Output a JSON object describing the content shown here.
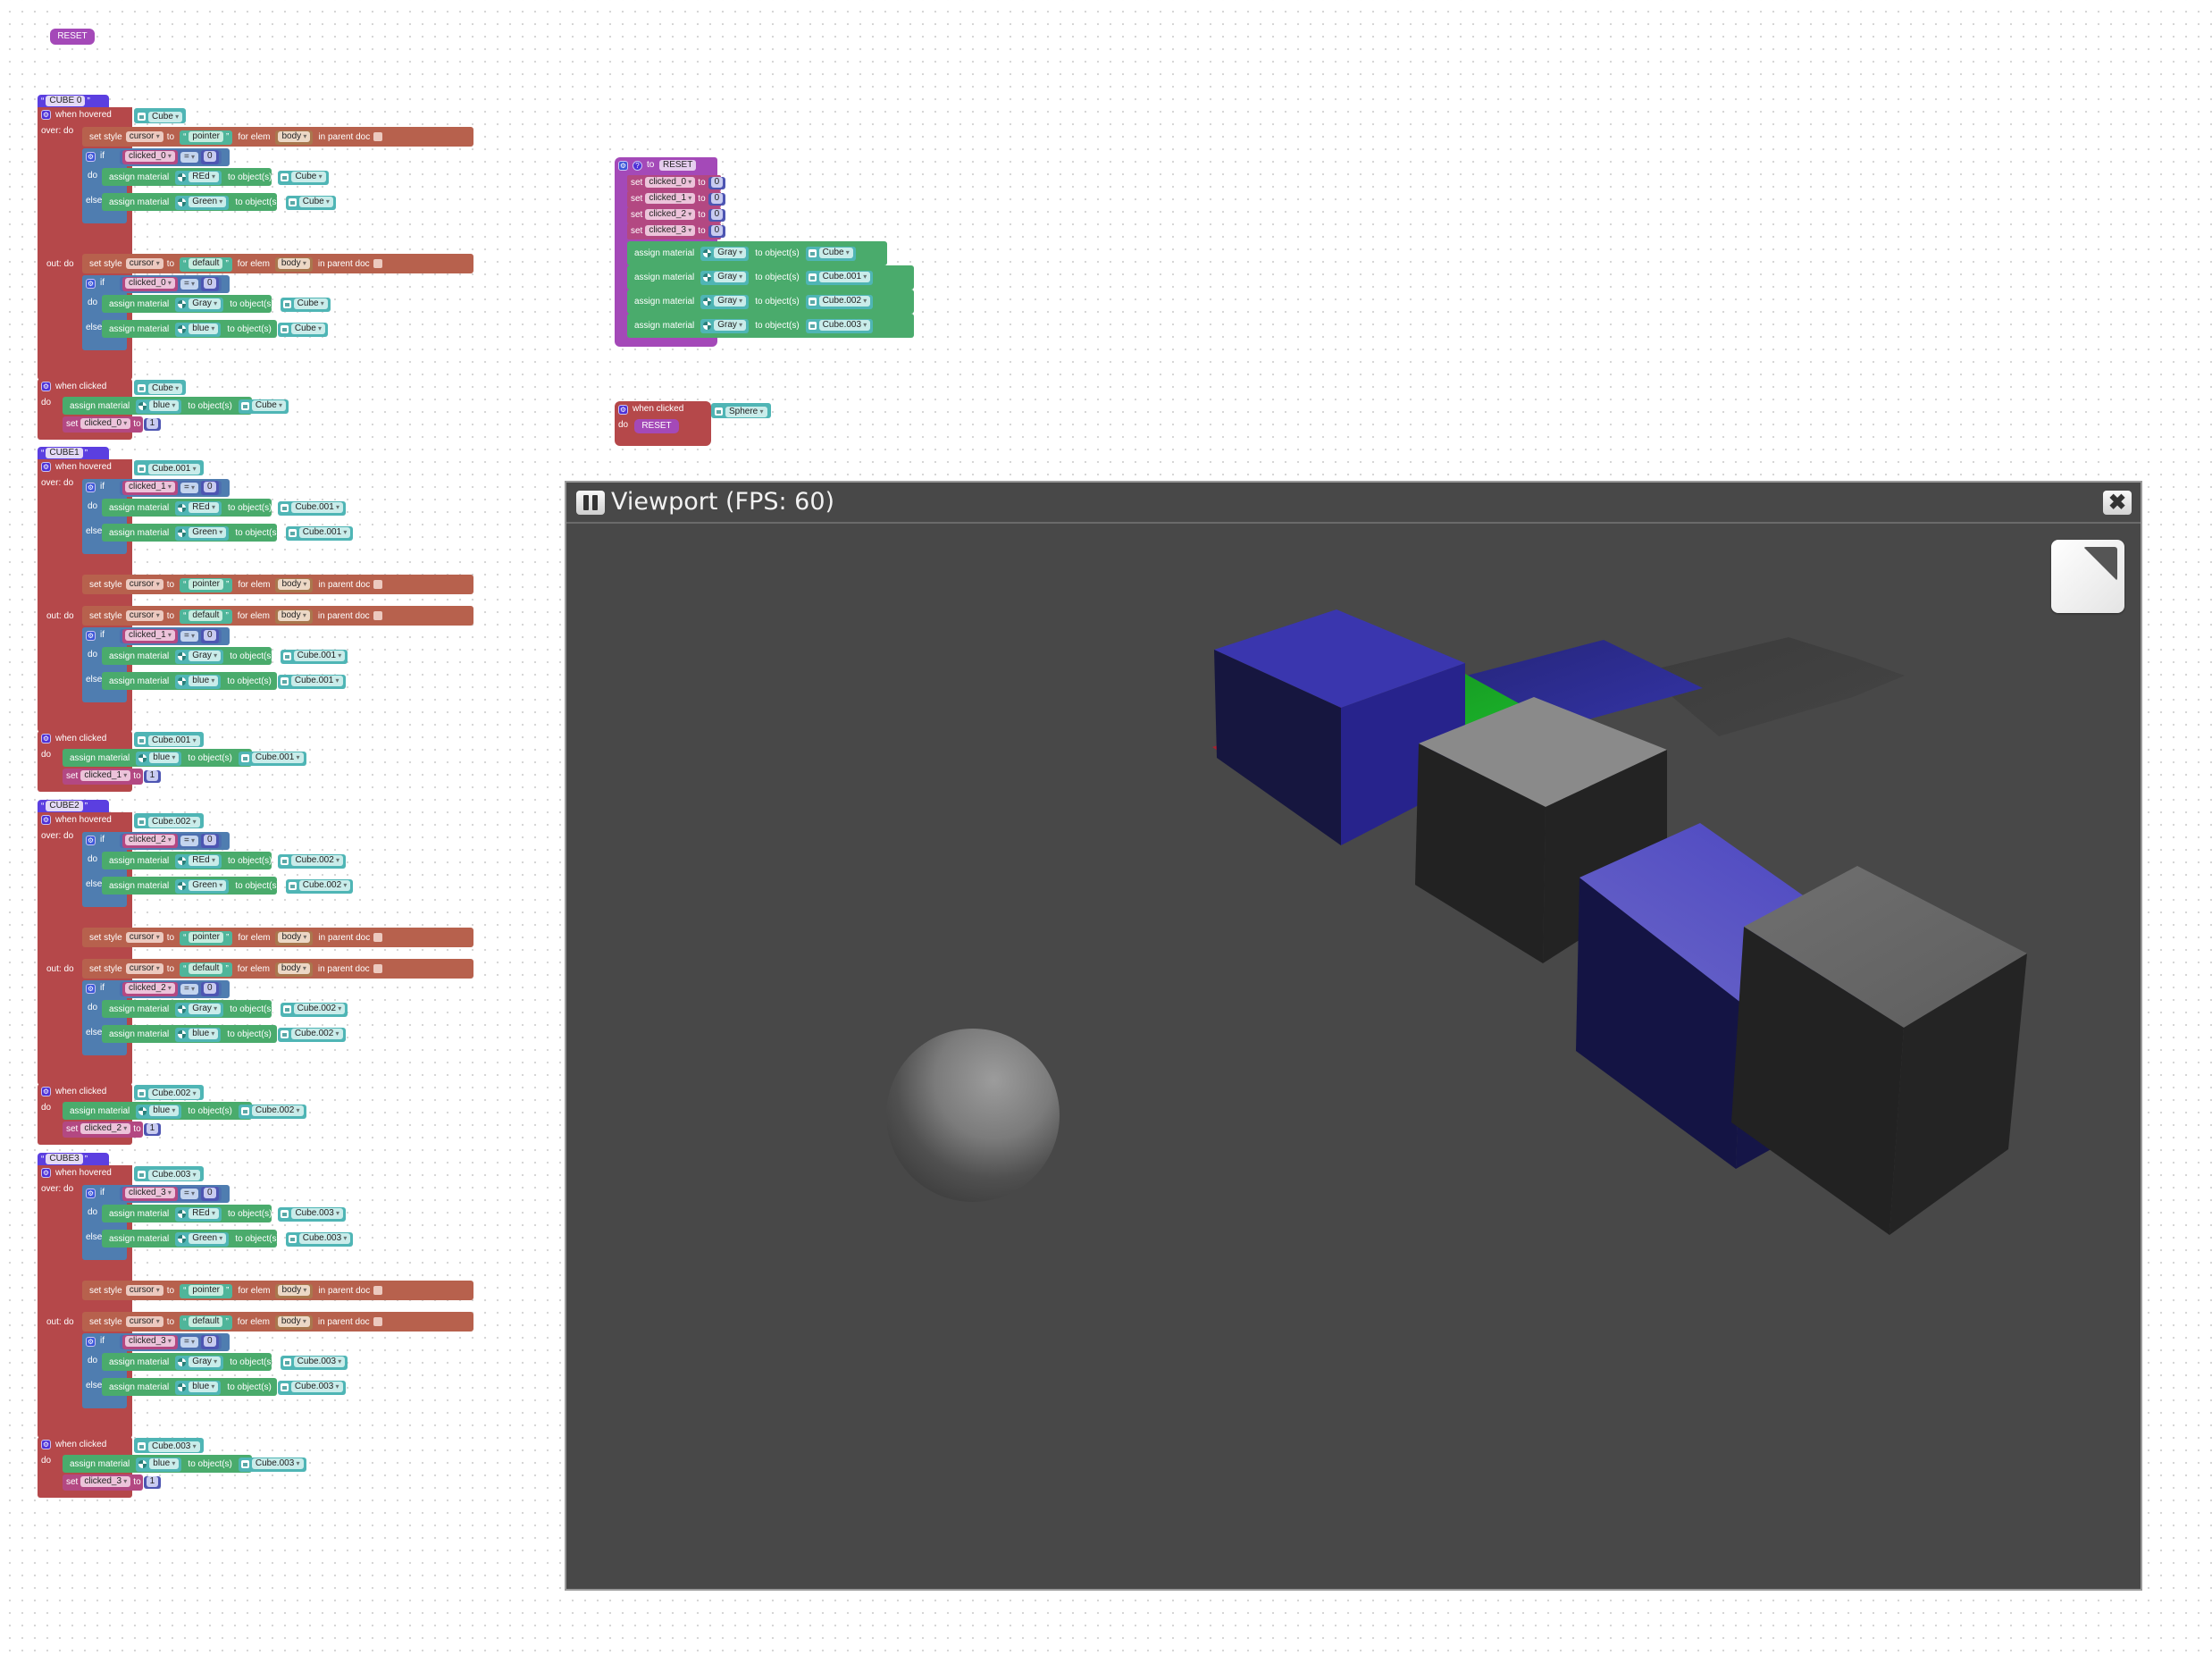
{
  "canvas": {
    "background": "#ffffff",
    "grid_dot_color": "#d4d4d4"
  },
  "reset_call": {
    "label": "RESET"
  },
  "cube_groups": [
    {
      "label": "CUBE 0",
      "object": "Cube",
      "var": "clicked_0",
      "over_order": "style-first",
      "hover_event": "when hovered",
      "over_label": "over: do",
      "out_label": "out: do",
      "style_over": {
        "prop": "cursor",
        "value": "pointer",
        "elem": "body"
      },
      "style_out": {
        "prop": "cursor",
        "value": "default",
        "elem": "body"
      },
      "if_over": {
        "op": "=",
        "cmp": "0",
        "do_mat": "REd",
        "else_mat": "Green"
      },
      "if_out": {
        "op": "=",
        "cmp": "0",
        "do_mat": "Gray",
        "else_mat": "blue"
      },
      "click": {
        "event": "when clicked",
        "mat": "blue",
        "set_value": "1"
      }
    },
    {
      "label": "CUBE1",
      "object": "Cube.001",
      "var": "clicked_1",
      "over_order": "if-first",
      "hover_event": "when hovered",
      "over_label": "over: do",
      "out_label": "out: do",
      "style_over": {
        "prop": "cursor",
        "value": "pointer",
        "elem": "body"
      },
      "style_out": {
        "prop": "cursor",
        "value": "default",
        "elem": "body"
      },
      "if_over": {
        "op": "=",
        "cmp": "0",
        "do_mat": "REd",
        "else_mat": "Green"
      },
      "if_out": {
        "op": "=",
        "cmp": "0",
        "do_mat": "Gray",
        "else_mat": "blue"
      },
      "click": {
        "event": "when clicked",
        "mat": "blue",
        "set_value": "1"
      }
    },
    {
      "label": "CUBE2",
      "object": "Cube.002",
      "var": "clicked_2",
      "over_order": "if-first",
      "hover_event": "when hovered",
      "over_label": "over: do",
      "out_label": "out: do",
      "style_over": {
        "prop": "cursor",
        "value": "pointer",
        "elem": "body"
      },
      "style_out": {
        "prop": "cursor",
        "value": "default",
        "elem": "body"
      },
      "if_over": {
        "op": "=",
        "cmp": "0",
        "do_mat": "REd",
        "else_mat": "Green"
      },
      "if_out": {
        "op": "=",
        "cmp": "0",
        "do_mat": "Gray",
        "else_mat": "blue"
      },
      "click": {
        "event": "when clicked",
        "mat": "blue",
        "set_value": "1"
      }
    },
    {
      "label": "CUBE3",
      "object": "Cube.003",
      "var": "clicked_3",
      "over_order": "if-first",
      "hover_event": "when hovered",
      "over_label": "over: do",
      "out_label": "out: do",
      "style_over": {
        "prop": "cursor",
        "value": "pointer",
        "elem": "body"
      },
      "style_out": {
        "prop": "cursor",
        "value": "default",
        "elem": "body"
      },
      "if_over": {
        "op": "=",
        "cmp": "0",
        "do_mat": "REd",
        "else_mat": "Green"
      },
      "if_out": {
        "op": "=",
        "cmp": "0",
        "do_mat": "Gray",
        "else_mat": "blue"
      },
      "click": {
        "event": "when clicked",
        "mat": "blue",
        "set_value": "1"
      }
    }
  ],
  "labels": {
    "set_style": "set style",
    "to": "to",
    "for_elem": "for elem",
    "in_parent_doc": "in parent doc",
    "if": "if",
    "do": "do",
    "else": "else",
    "assign_material": "assign material",
    "to_objects": "to object(s)",
    "set": "set",
    "quote_open": "“",
    "quote_close": "”"
  },
  "reset_procedure": {
    "header_to": "to",
    "name": "RESET",
    "sets": [
      {
        "var": "clicked_0",
        "value": "0"
      },
      {
        "var": "clicked_1",
        "value": "0"
      },
      {
        "var": "clicked_2",
        "value": "0"
      },
      {
        "var": "clicked_3",
        "value": "0"
      }
    ],
    "assigns": [
      {
        "mat": "Gray",
        "obj": "Cube"
      },
      {
        "mat": "Gray",
        "obj": "Cube.001"
      },
      {
        "mat": "Gray",
        "obj": "Cube.002"
      },
      {
        "mat": "Gray",
        "obj": "Cube.003"
      }
    ]
  },
  "sphere_click": {
    "event": "when clicked",
    "object": "Sphere",
    "do": "do",
    "call": "RESET"
  },
  "viewport": {
    "title": "Viewport (FPS: 60)",
    "fps": 60,
    "pause_icon": "pause-icon",
    "close_icon": "close-icon",
    "fullscreen_icon": "fullscreen-icon",
    "background": "#484848"
  },
  "scene": {
    "planes": [
      {
        "name": "red-plane",
        "color": "#c02838"
      },
      {
        "name": "green-plane",
        "color": "#1aa82a"
      },
      {
        "name": "blue-plane",
        "color": "#2e2e96"
      },
      {
        "name": "gray-plane",
        "color": "#3e3e3e"
      }
    ],
    "cubes": [
      {
        "name": "Cube",
        "top": "#3a36ae",
        "left": "#15153f",
        "right": "#26228c"
      },
      {
        "name": "Cube.001",
        "top": "#8a8a8a",
        "left": "#222222",
        "right": "#222222"
      },
      {
        "name": "Cube.002",
        "top": "#5452c4",
        "left": "#141444",
        "right": "#141444"
      },
      {
        "name": "Cube.003",
        "top": "#666666",
        "left": "#232323",
        "right": "#232323"
      }
    ],
    "sphere": {
      "name": "Sphere",
      "color": "#8a8a8a"
    }
  }
}
